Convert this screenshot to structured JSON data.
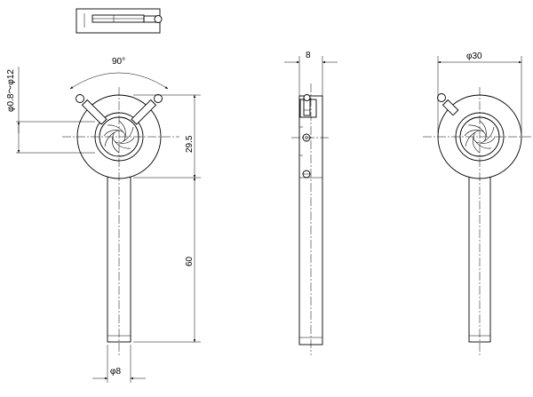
{
  "dimensions": {
    "angle": "90°",
    "aperture": "φ0.8～φ12",
    "ring_to_bottom": "29.5",
    "rod_length": "60",
    "rod_diameter": "φ8",
    "thickness": "8",
    "outer_diameter": "φ30"
  }
}
